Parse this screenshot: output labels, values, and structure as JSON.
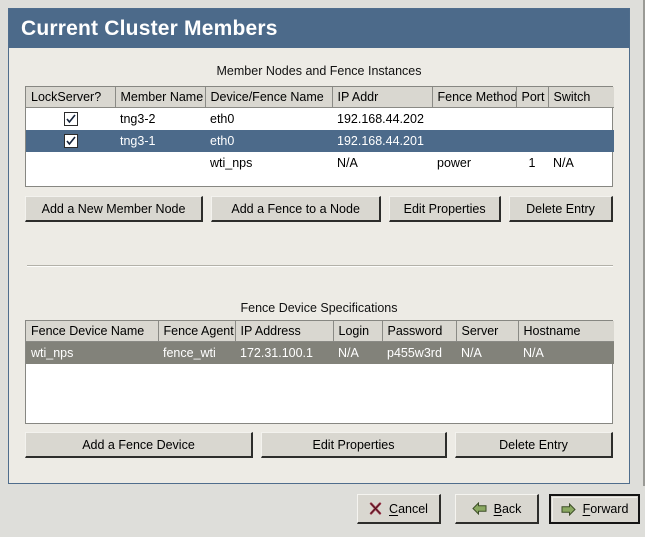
{
  "window": {
    "title": "Current Cluster Members"
  },
  "members_section": {
    "title": "Member Nodes and Fence Instances",
    "columns": [
      "LockServer?",
      "Member Name",
      "Device/Fence Name",
      "IP Addr",
      "Fence Method",
      "Port",
      "Switch"
    ],
    "rows": [
      {
        "selected": false,
        "lockserver_checked": true,
        "member_name": "tng3-2",
        "device_fence_name": "eth0",
        "ip_addr": "192.168.44.202",
        "fence_method": "",
        "port": "",
        "switch": ""
      },
      {
        "selected": true,
        "lockserver_checked": true,
        "member_name": "tng3-1",
        "device_fence_name": "eth0",
        "ip_addr": "192.168.44.201",
        "fence_method": "",
        "port": "",
        "switch": ""
      },
      {
        "selected": false,
        "lockserver_checked": false,
        "member_name": "",
        "device_fence_name": "wti_nps",
        "ip_addr": "N/A",
        "fence_method": "power",
        "port": "1",
        "switch": "N/A"
      }
    ],
    "buttons": [
      "Add a New Member Node",
      "Add a Fence to a Node",
      "Edit Properties",
      "Delete Entry"
    ]
  },
  "fence_section": {
    "title": "Fence Device Specifications",
    "columns": [
      "Fence Device Name",
      "Fence Agent",
      "IP Address",
      "Login",
      "Password",
      "Server",
      "Hostname"
    ],
    "rows": [
      {
        "selected": true,
        "fence_device_name": "wti_nps",
        "fence_agent": "fence_wti",
        "ip_address": "172.31.100.1",
        "login": "N/A",
        "password": "p455w3rd",
        "server": "N/A",
        "hostname": "N/A"
      }
    ],
    "buttons": [
      "Add a Fence Device",
      "Edit Properties",
      "Delete Entry"
    ]
  },
  "footer": {
    "cancel": {
      "label": "Cancel",
      "accel": "C",
      "icon": "close-x-icon"
    },
    "back": {
      "label": "Back",
      "accel": "B",
      "icon": "arrow-left-icon"
    },
    "forward": {
      "label": "Forward",
      "accel": "F",
      "icon": "arrow-right-icon"
    }
  },
  "colors": {
    "titlebar": "#4c6a8a",
    "selection_blue": "#4c6a8a",
    "selection_gray": "#82827a",
    "panel_bg": "#edebe5",
    "button_face": "#d9d7d0",
    "cancel_icon": "#9c3448",
    "arrow_icon": "#7d9c55"
  }
}
